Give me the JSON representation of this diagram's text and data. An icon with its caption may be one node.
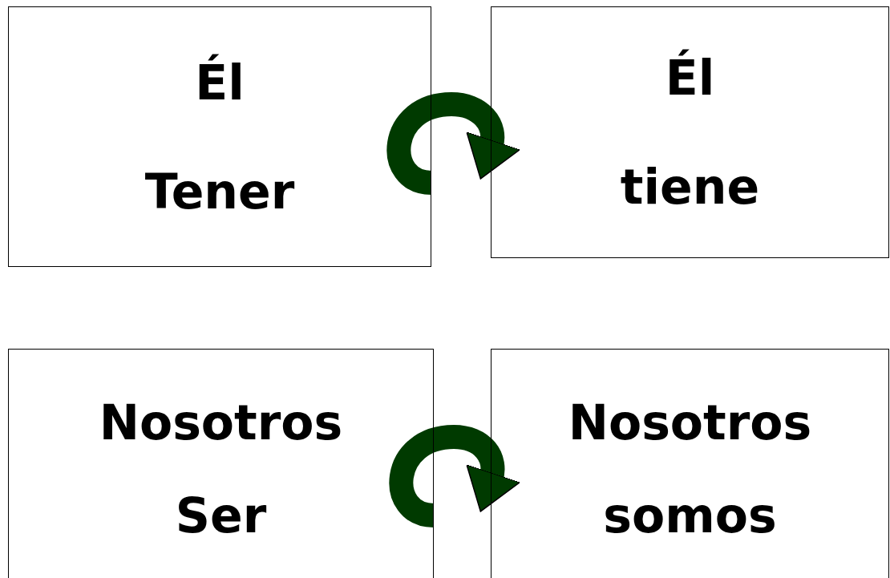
{
  "diagram": {
    "nodes": [
      {
        "text": [
          "Él",
          "Tener"
        ]
      },
      {
        "text": [
          "Él",
          "tiene"
        ]
      },
      {
        "text": [
          "Nosotros",
          "Ser"
        ]
      },
      {
        "text": [
          "Nosotros",
          "somos"
        ]
      }
    ],
    "edges": [
      {
        "from": 0,
        "to": 1,
        "arrow": "to"
      },
      {
        "from": 2,
        "to": 3,
        "arrow": "to"
      }
    ]
  }
}
